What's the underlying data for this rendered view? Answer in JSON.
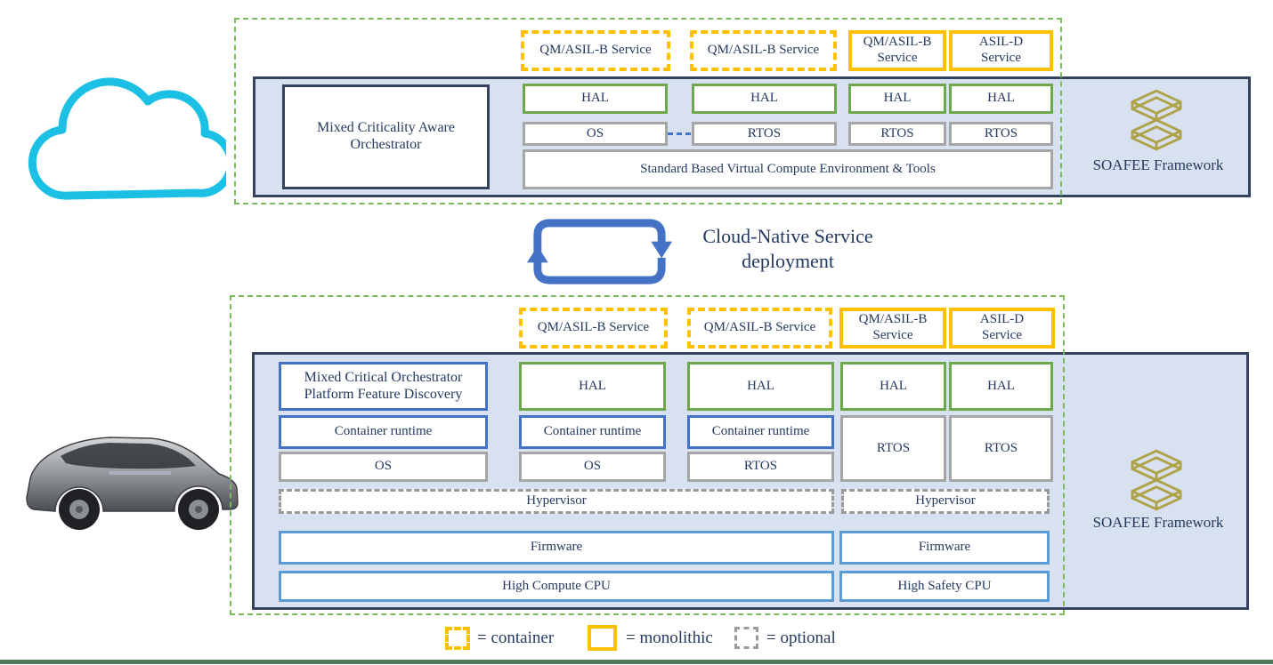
{
  "colors": {
    "boundary_green": "#7cb95c",
    "service_gold": "#ffc000",
    "hal_green": "#6fa84c",
    "generic_gray": "#a6a6a6",
    "container_blue": "#4472c4",
    "hw_light_blue": "#5b9bd5",
    "panel_border_navy": "#34425e",
    "panel_fill": "#d8e1f0",
    "text_navy": "#243a5e",
    "cloud_cyan": "#1bc0e4",
    "soafee_gold": "#afa34a",
    "footer_green": "#4c7a5b"
  },
  "cloud": {
    "services": [
      {
        "label": "QM/ASIL-B Service",
        "type": "container"
      },
      {
        "label": "QM/ASIL-B Service",
        "type": "container"
      },
      {
        "label": "QM/ASIL-B Service",
        "type": "monolithic"
      },
      {
        "label": "ASIL-D Service",
        "type": "monolithic"
      }
    ],
    "orchestrator": "Mixed Criticality Aware Orchestrator",
    "hal": [
      "HAL",
      "HAL",
      "HAL",
      "HAL"
    ],
    "os": [
      "OS",
      "RTOS",
      "RTOS",
      "RTOS"
    ],
    "base": "Standard Based Virtual Compute Environment & Tools",
    "framework": "SOAFEE Framework"
  },
  "deployment": {
    "line1": "Cloud-Native Service",
    "line2": "deployment"
  },
  "vehicle": {
    "services": [
      {
        "label": "QM/ASIL-B Service",
        "type": "container"
      },
      {
        "label": "QM/ASIL-B Service",
        "type": "container"
      },
      {
        "label": "QM/ASIL-B Service",
        "type": "monolithic"
      },
      {
        "label": "ASIL-D Service",
        "type": "monolithic"
      }
    ],
    "orchestrator": "Mixed Critical Orchestrator Platform Feature Discovery",
    "hal": [
      "HAL",
      "HAL",
      "HAL",
      "HAL"
    ],
    "runtime": [
      "Container runtime",
      "Container runtime",
      "Container runtime"
    ],
    "os": [
      "OS",
      "OS",
      "RTOS"
    ],
    "rtos": [
      "RTOS",
      "RTOS"
    ],
    "hypervisor": [
      "Hypervisor",
      "Hypervisor"
    ],
    "firmware": [
      "Firmware",
      "Firmware"
    ],
    "cpu": [
      "High Compute CPU",
      "High Safety CPU"
    ],
    "framework": "SOAFEE Framework"
  },
  "legend": {
    "container": "= container",
    "monolithic": "= monolithic",
    "optional": "= optional"
  }
}
